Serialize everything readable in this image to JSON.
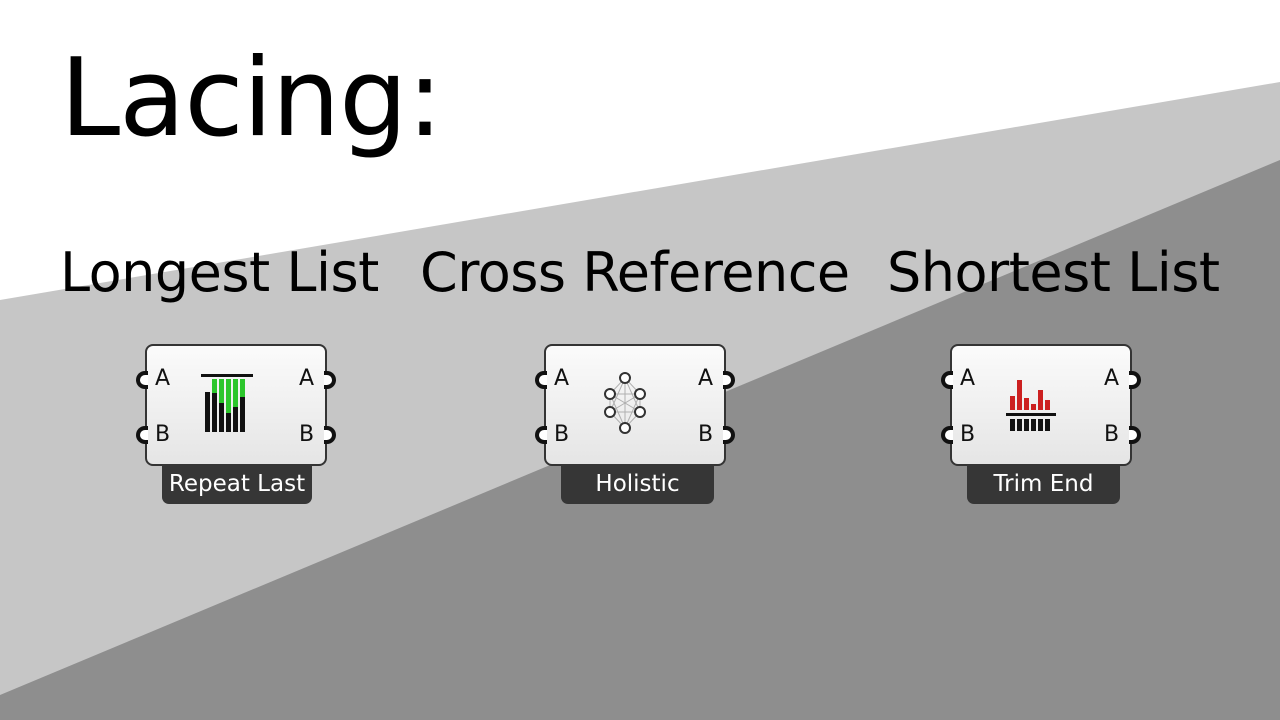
{
  "title": "Lacing:",
  "colors": {
    "background_white": "#ffffff",
    "band_light_gray": "#c6c6c6",
    "band_dark_gray": "#8e8e8e",
    "component_border": "#343434",
    "tag_background": "#363636",
    "repeat_last_green": "#2cc62c",
    "trim_end_red": "#cc2020"
  },
  "modes": [
    {
      "heading": "Longest List",
      "component": {
        "input_a": "A",
        "input_b": "B",
        "output_a": "A",
        "output_b": "B",
        "nickname": "Repeat Last",
        "icon": "repeat-last-icon"
      }
    },
    {
      "heading": "Cross Reference",
      "component": {
        "input_a": "A",
        "input_b": "B",
        "output_a": "A",
        "output_b": "B",
        "nickname": "Holistic",
        "icon": "holistic-icon"
      }
    },
    {
      "heading": "Shortest List",
      "component": {
        "input_a": "A",
        "input_b": "B",
        "output_a": "A",
        "output_b": "B",
        "nickname": "Trim End",
        "icon": "trim-end-icon"
      }
    }
  ]
}
